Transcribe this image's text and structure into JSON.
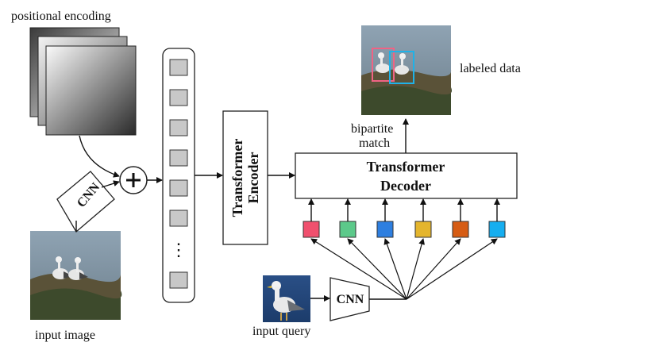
{
  "labels": {
    "positional_encoding": "positional encoding",
    "input_image": "input image",
    "input_query": "input query",
    "labeled_data": "labeled data",
    "cnn_left": "CNN",
    "cnn_right": "CNN",
    "encoder_line1": "Transformer",
    "encoder_line2": "Encoder",
    "decoder_line1": "Transformer",
    "decoder_line2": "Decoder",
    "bipartite_line1": "bipartite",
    "bipartite_line2": "match",
    "plus": "+",
    "sequence_ellipsis": "⋮"
  },
  "query_colors": [
    "#f0506e",
    "#5cc98a",
    "#2e7fe0",
    "#e4b52d",
    "#d65c14",
    "#16aef0"
  ],
  "token_color": "#c8c8c8",
  "box_colors": {
    "pink": "#f06384",
    "cyan": "#1fb2e8"
  }
}
